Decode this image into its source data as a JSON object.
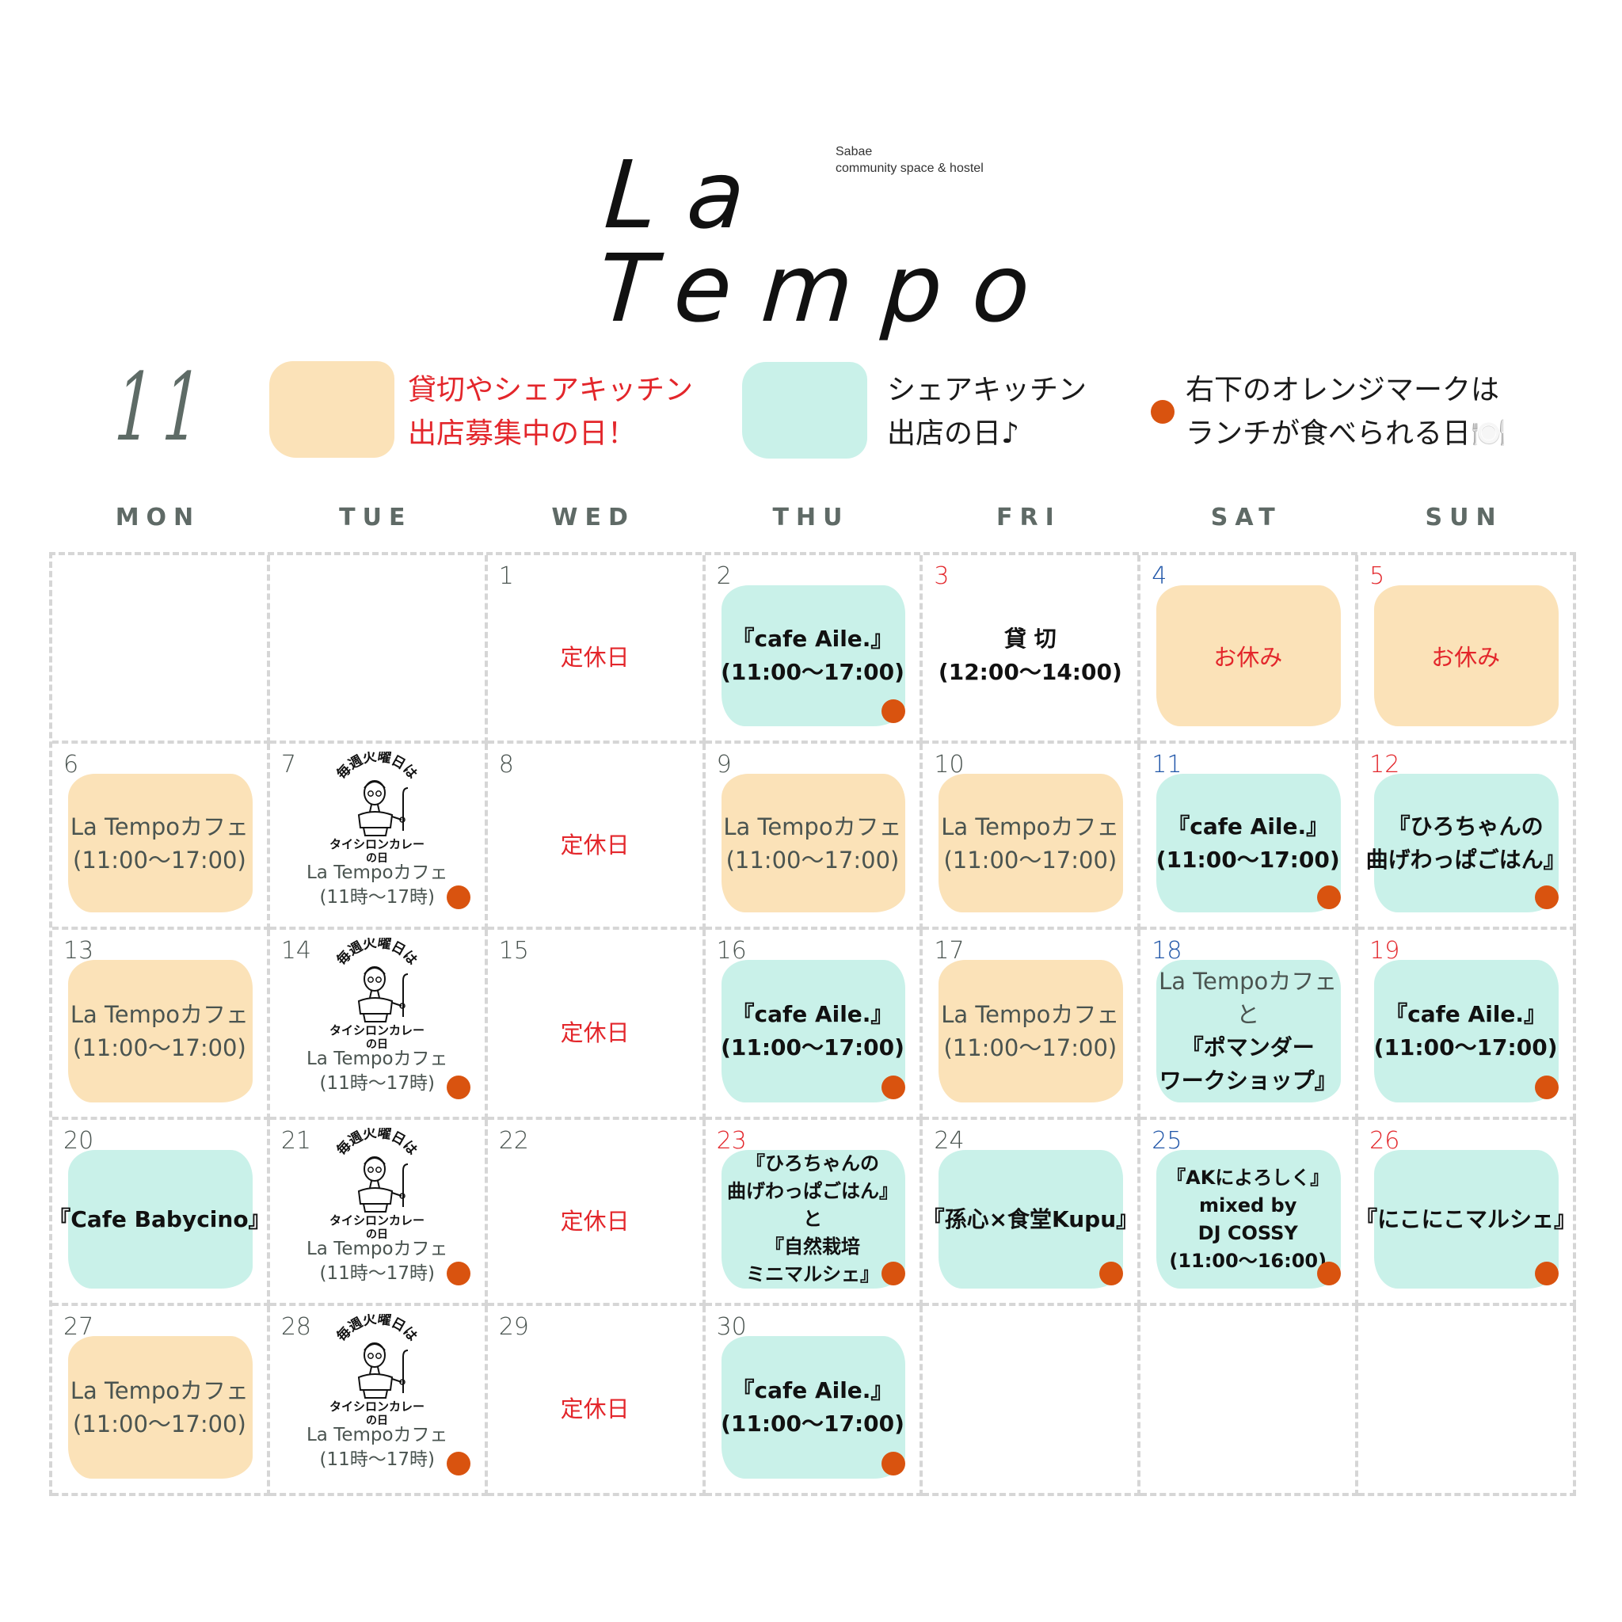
{
  "logo": {
    "name": "La Tempo",
    "subtitle_line1": "Sabae",
    "subtitle_line2": "community space & hostel"
  },
  "month": "11",
  "legend": {
    "orange_label_line1": "貸切やシェアキッチン",
    "orange_label_line2": "出店募集中の日！",
    "teal_label_line1": "シェアキッチン",
    "teal_label_line2": "出店の日♪",
    "dot_label_line1": "右下のオレンジマークは",
    "dot_label_line2": "ランチが食べられる日🍽️"
  },
  "colors": {
    "orange_bg": "#fbe2b8",
    "teal_bg": "#c9f1e9",
    "lunch_dot": "#d9530f",
    "holiday_red": "#e3262b",
    "saturday_blue": "#1f55a8",
    "text_gray": "#4a5450"
  },
  "weekdays": [
    "MON",
    "TUE",
    "WED",
    "THU",
    "FRI",
    "SAT",
    "SUN"
  ],
  "stamp": {
    "arc_text": "毎週火曜日は",
    "curry_text": "タイシロンカレー",
    "day_text": "の日"
  },
  "days": [
    {
      "day": "",
      "type": "empty"
    },
    {
      "day": "",
      "type": "empty"
    },
    {
      "day": "1",
      "type": "closed",
      "lines": [
        "定休日"
      ]
    },
    {
      "day": "2",
      "type": "teal",
      "lines": [
        "『cafe Aile.』",
        "(11:00〜17:00)"
      ],
      "lunch": true
    },
    {
      "day": "3",
      "day_color": "red",
      "type": "plain-bold",
      "lines": [
        "貸 切",
        "(12:00〜14:00)"
      ]
    },
    {
      "day": "4",
      "day_color": "blue",
      "type": "orange-red",
      "lines": [
        "お休み"
      ]
    },
    {
      "day": "5",
      "day_color": "red",
      "type": "orange-red",
      "lines": [
        "お休み"
      ]
    },
    {
      "day": "6",
      "type": "orange",
      "lines": [
        "La Tempoカフェ",
        "(11:00〜17:00)"
      ]
    },
    {
      "day": "7",
      "type": "stamp",
      "lines": [
        "La Tempoカフェ",
        "(11時〜17時)"
      ],
      "lunch": true
    },
    {
      "day": "8",
      "type": "closed",
      "lines": [
        "定休日"
      ]
    },
    {
      "day": "9",
      "type": "orange",
      "lines": [
        "La Tempoカフェ",
        "(11:00〜17:00)"
      ]
    },
    {
      "day": "10",
      "type": "orange",
      "lines": [
        "La Tempoカフェ",
        "(11:00〜17:00)"
      ]
    },
    {
      "day": "11",
      "day_color": "blue",
      "type": "teal",
      "lines": [
        "『cafe Aile.』",
        "(11:00〜17:00)"
      ],
      "lunch": true
    },
    {
      "day": "12",
      "day_color": "red",
      "type": "teal",
      "lines": [
        "『ひろちゃんの",
        "曲げわっぱごはん』"
      ],
      "lunch": true
    },
    {
      "day": "13",
      "type": "orange",
      "lines": [
        "La Tempoカフェ",
        "(11:00〜17:00)"
      ]
    },
    {
      "day": "14",
      "type": "stamp",
      "lines": [
        "La Tempoカフェ",
        "(11時〜17時)"
      ],
      "lunch": true
    },
    {
      "day": "15",
      "type": "closed",
      "lines": [
        "定休日"
      ]
    },
    {
      "day": "16",
      "type": "teal",
      "lines": [
        "『cafe Aile.』",
        "(11:00〜17:00)"
      ],
      "lunch": true
    },
    {
      "day": "17",
      "type": "orange",
      "lines": [
        "La Tempoカフェ",
        "(11:00〜17:00)"
      ]
    },
    {
      "day": "18",
      "day_color": "blue",
      "type": "teal-mixed",
      "light_lines": [
        "La Tempoカフェ",
        "と"
      ],
      "lines": [
        "『ポマンダー",
        "ワークショップ』"
      ]
    },
    {
      "day": "19",
      "day_color": "red",
      "type": "teal",
      "lines": [
        "『cafe Aile.』",
        "(11:00〜17:00)"
      ],
      "lunch": true
    },
    {
      "day": "20",
      "type": "teal",
      "lines": [
        "『Cafe Babycino』"
      ]
    },
    {
      "day": "21",
      "type": "stamp",
      "lines": [
        "La Tempoカフェ",
        "(11時〜17時)"
      ],
      "lunch": true
    },
    {
      "day": "22",
      "type": "closed",
      "lines": [
        "定休日"
      ]
    },
    {
      "day": "23",
      "day_color": "red",
      "type": "teal-small",
      "lines": [
        "『ひろちゃんの",
        "曲げわっぱごはん』",
        "と",
        "『自然栽培",
        "ミニマルシェ』"
      ],
      "lunch": true
    },
    {
      "day": "24",
      "type": "teal",
      "lines": [
        "『孫心×食堂Kupu』"
      ],
      "lunch": true
    },
    {
      "day": "25",
      "day_color": "blue",
      "type": "teal-small",
      "lines": [
        "『AKによろしく』",
        "mixed by",
        "DJ COSSY",
        "(11:00〜16:00)"
      ],
      "lunch": true
    },
    {
      "day": "26",
      "day_color": "red",
      "type": "teal",
      "lines": [
        "『にこにこマルシェ』"
      ],
      "lunch": true
    },
    {
      "day": "27",
      "type": "orange",
      "lines": [
        "La Tempoカフェ",
        "(11:00〜17:00)"
      ]
    },
    {
      "day": "28",
      "type": "stamp",
      "lines": [
        "La Tempoカフェ",
        "(11時〜17時)"
      ],
      "lunch": true
    },
    {
      "day": "29",
      "type": "closed",
      "lines": [
        "定休日"
      ]
    },
    {
      "day": "30",
      "type": "teal",
      "lines": [
        "『cafe Aile.』",
        "(11:00〜17:00)"
      ],
      "lunch": true
    },
    {
      "day": "",
      "type": "empty"
    },
    {
      "day": "",
      "type": "empty"
    },
    {
      "day": "",
      "type": "empty"
    }
  ]
}
